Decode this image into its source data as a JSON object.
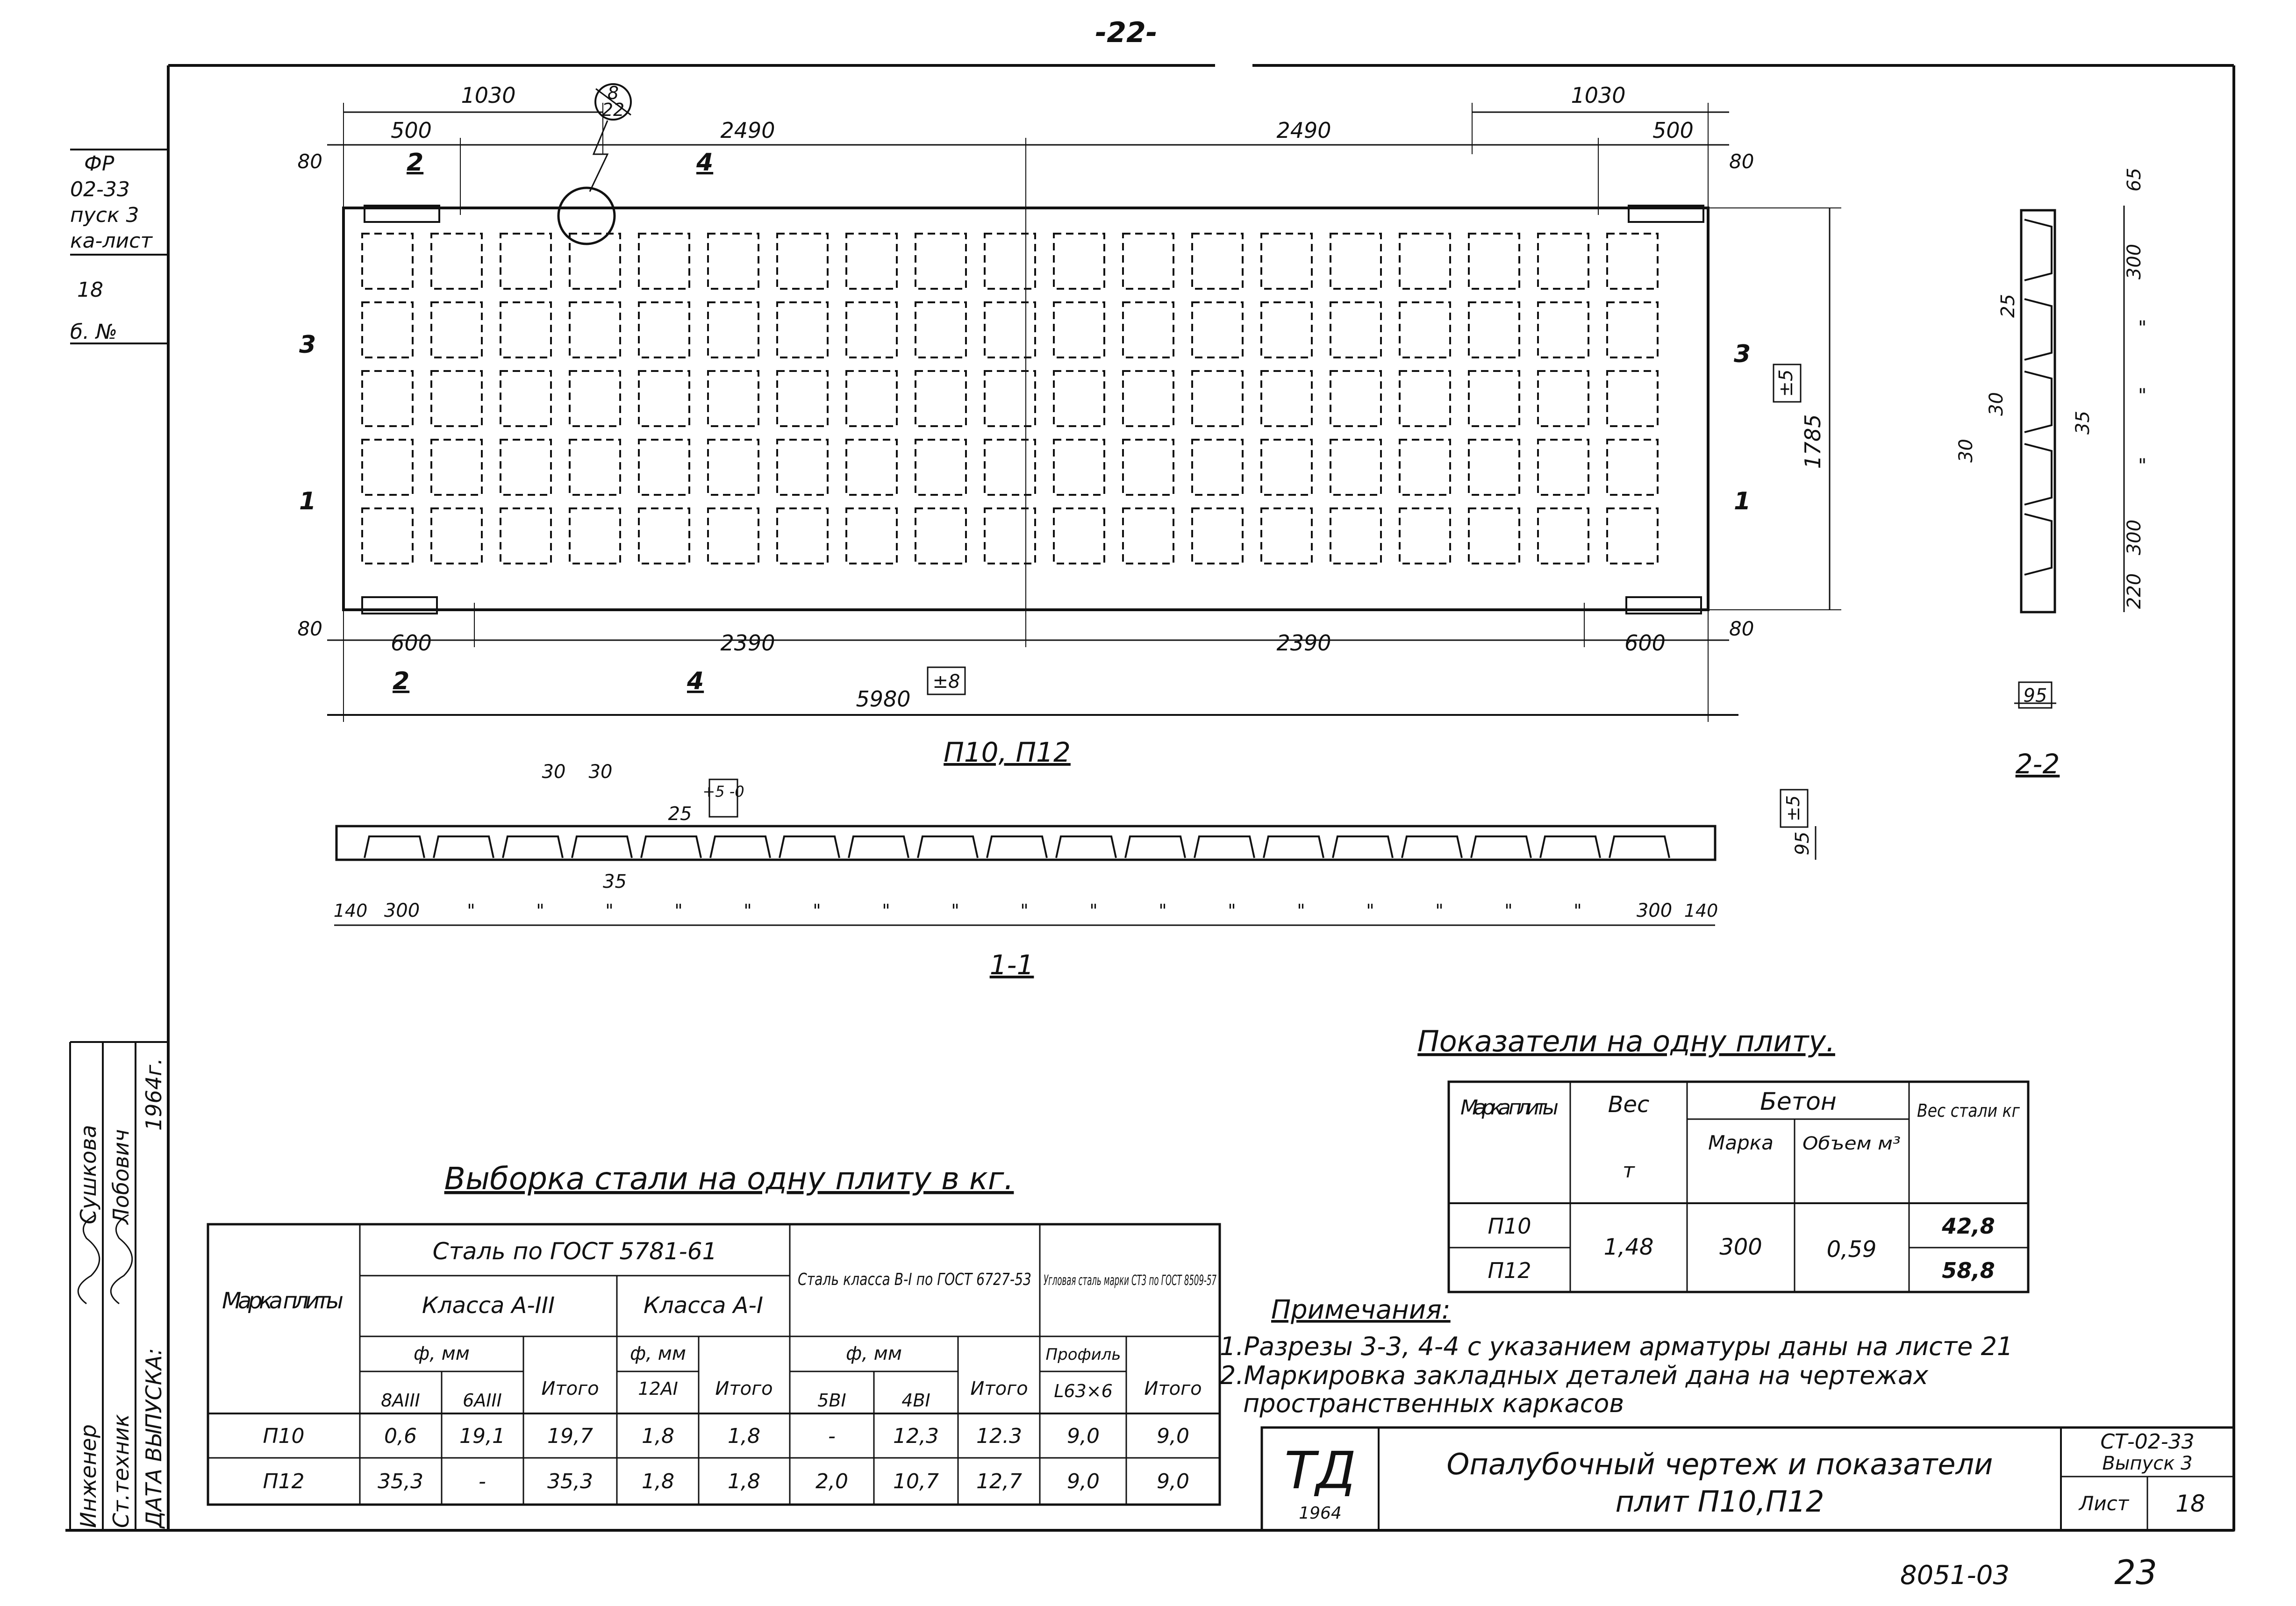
{
  "page": {
    "number_top": "-22-",
    "number_bottom": "23",
    "inv_no": "8051-03"
  },
  "left_margin": {
    "frag": [
      "ФР",
      "02-33",
      "пуск 3",
      "ка-лист",
      "18",
      "б. №"
    ],
    "sign_labels": [
      "Инженер",
      "Ст.техник",
      "ДАТА ВЫПУСКА:"
    ],
    "sign_names": [
      "Сушкова",
      "Лобович"
    ],
    "year": "1964г."
  },
  "plan": {
    "title": "П10, П12",
    "top_dims_upper": [
      "1030",
      "1030"
    ],
    "top_dims": [
      "500",
      "2490",
      "2490",
      "500"
    ],
    "bottom_dims": [
      "600",
      "2390",
      "2390",
      "600"
    ],
    "total_length": "5980",
    "length_tol": "±8",
    "height": "1785",
    "height_tol": "±5",
    "edge": "80",
    "callout": [
      "8",
      "22"
    ],
    "section_marks": [
      "2",
      "4",
      "3",
      "1",
      "3",
      "1",
      "2",
      "4"
    ],
    "voids_rows": 5,
    "voids_cols": 19
  },
  "section_1_1": {
    "title": "1-1",
    "dims_top": [
      "30",
      "30",
      "25",
      "35"
    ],
    "tol_a": "+5\n-0",
    "height": "95",
    "height_tol": "±5",
    "end": "140",
    "pitch": "300",
    "ditto": "\"",
    "ribs": 19
  },
  "section_2_2": {
    "title": "2-2",
    "dims": [
      "65",
      "300",
      "\"",
      "\"",
      "\"",
      "300",
      "220"
    ],
    "left_dims": [
      "25",
      "30",
      "30",
      "35"
    ],
    "width": "95"
  },
  "steel_table": {
    "title": "Выборка стали на одну плиту в кг.",
    "h_mark": "Марка плиты",
    "h_gost5781": "Сталь по ГОСТ 5781-61",
    "h_classA3": "Класса А-III",
    "h_classA1": "Класса А-I",
    "h_steelB1": "Сталь класса В-I по ГОСТ 6727-53",
    "h_angle": "Угловая сталь марки СТ3 по ГОСТ 8509-57",
    "h_dia_a3": "ф, мм",
    "h_dia_a1": "ф, мм",
    "h_dia_b1": "ф, мм",
    "h_profile": "Профиль",
    "h_total": "Итого",
    "sub": [
      "8АIII",
      "6АIII",
      "12АI",
      "5ВI",
      "4ВI",
      "L63×6"
    ],
    "rows": [
      [
        "П10",
        "0,6",
        "19,1",
        "19,7",
        "1,8",
        "1,8",
        "-",
        "12,3",
        "12.3",
        "9,0",
        "9,0"
      ],
      [
        "П12",
        "35,3",
        "-",
        "35,3",
        "1,8",
        "1,8",
        "2,0",
        "10,7",
        "12,7",
        "9,0",
        "9,0"
      ]
    ]
  },
  "index_table": {
    "title": "Показатели на одну плиту.",
    "h_mark": "Марка плиты",
    "h_weight": "Вес",
    "h_weight_unit": "т",
    "h_concrete": "Бетон",
    "h_grade": "Марка",
    "h_volume": "Объем м³",
    "h_steel": "Вес стали кг",
    "rows": [
      {
        "mark": "П10",
        "steel": "42,8"
      },
      {
        "mark": "П12",
        "steel": "58,8"
      }
    ],
    "weight": "1,48",
    "grade": "300",
    "volume": "0,59"
  },
  "notes": {
    "title": "Примечания:",
    "items": [
      "1.Разрезы 3-3, 4-4 с указанием арматуры даны на листе 21",
      "2.Маркировка закладных деталей дана на чертежах",
      "пространственных каркасов"
    ]
  },
  "stamp": {
    "logo": "ТД",
    "year": "1964",
    "title1": "Опалубочный чертеж и показатели",
    "title2": "плит П10,П12",
    "series": "СТ-02-33",
    "issue": "Выпуск 3",
    "sheet_label": "Лист",
    "sheet": "18"
  }
}
